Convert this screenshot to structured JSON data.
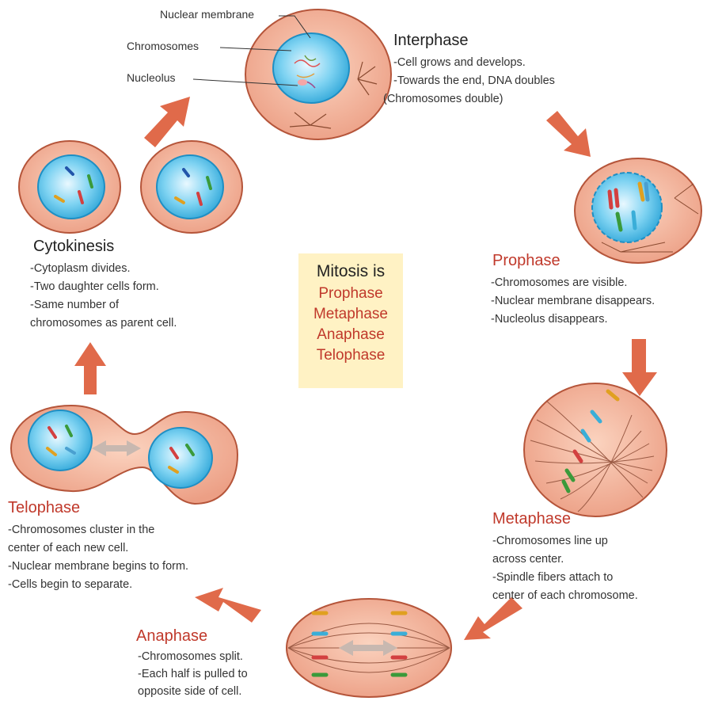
{
  "labels": {
    "nuclear_membrane": "Nuclear membrane",
    "chromosomes": "Chromosomes",
    "nucleolus": "Nucleolus"
  },
  "center": {
    "heading": "Mitosis is",
    "phases": [
      "Prophase",
      "Metaphase",
      "Anaphase",
      "Telophase"
    ]
  },
  "interphase": {
    "title": "Interphase",
    "lines": [
      "-Cell grows and develops.",
      "-Towards the end, DNA doubles",
      "(Chromosomes double)"
    ]
  },
  "prophase": {
    "title": "Prophase",
    "lines": [
      "-Chromosomes are visible.",
      "-Nuclear membrane disappears.",
      "-Nucleolus disappears."
    ]
  },
  "metaphase": {
    "title": "Metaphase",
    "lines": [
      "-Chromosomes line up",
      "across center.",
      "-Spindle fibers attach to",
      "center of each chromosome."
    ]
  },
  "anaphase": {
    "title": "Anaphase",
    "lines": [
      "-Chromosomes split.",
      "-Each half is pulled to",
      "opposite side of cell."
    ]
  },
  "telophase": {
    "title": "Telophase",
    "lines": [
      "-Chromosomes cluster in the",
      "center of each new cell.",
      "-Nuclear membrane begins to form.",
      "-Cells begin to separate."
    ]
  },
  "cytokinesis": {
    "title": "Cytokinesis",
    "lines": [
      "-Cytoplasm divides.",
      "-Two daughter cells form.",
      "-Same number of",
      "chromosomes as parent cell."
    ]
  },
  "colors": {
    "cell_fill": "#f2b39a",
    "cell_stroke": "#b5553a",
    "nucleus_fill": "#5cc8ee",
    "arrow": "#e06a4a",
    "phase_title": "#c0392b",
    "center_bg": "#fff2c4"
  }
}
